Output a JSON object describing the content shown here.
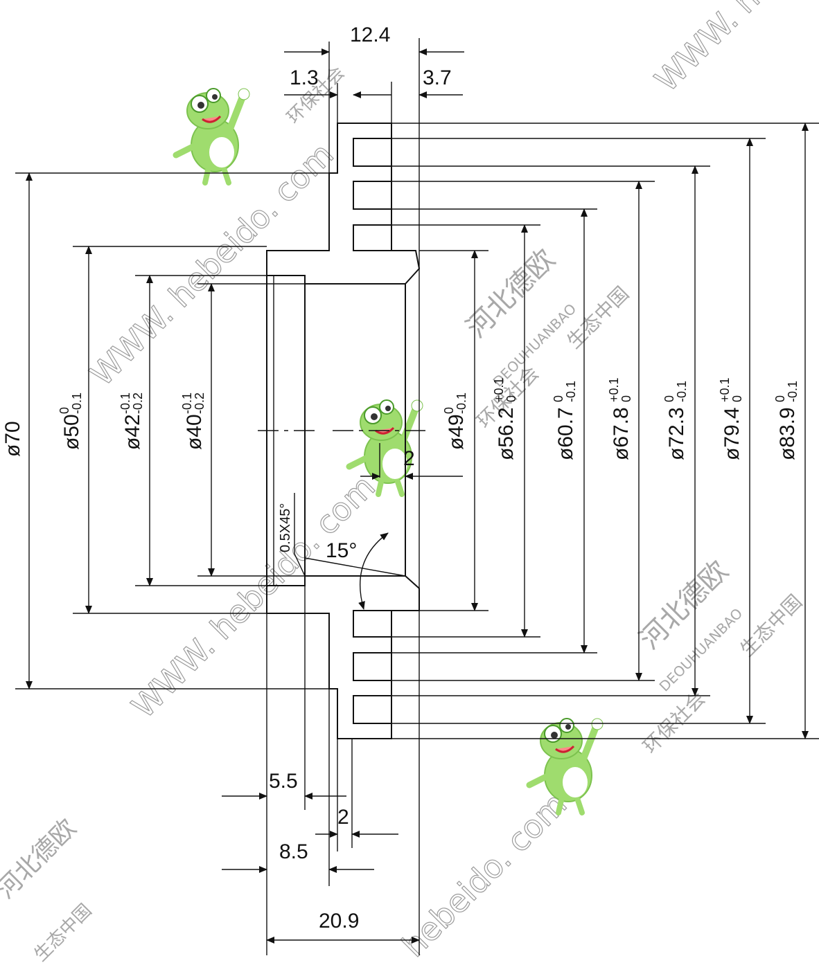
{
  "drawing": {
    "axial_dims": {
      "top_overall": "12.4",
      "top_left": "1.3",
      "top_right": "3.7",
      "bottom_inner": "5.5",
      "bottom_gap": "2",
      "bottom_mid": "8.5",
      "bottom_overall": "20.9",
      "step": "2"
    },
    "chamfer": "0.5X45°",
    "angle": "15°",
    "diameters": [
      {
        "id": "d70",
        "label": "ø70",
        "upper": "",
        "lower": ""
      },
      {
        "id": "d50",
        "label": "ø50",
        "upper": "0",
        "lower": "-0.1"
      },
      {
        "id": "d42",
        "label": "ø42",
        "upper": "-0.1",
        "lower": "-0.2"
      },
      {
        "id": "d40",
        "label": "ø40",
        "upper": "-0.1",
        "lower": "-0.2"
      },
      {
        "id": "d49",
        "label": "ø49",
        "upper": "0",
        "lower": "-0.1"
      },
      {
        "id": "d56",
        "label": "ø56.2",
        "upper": "+0.1",
        "lower": "0"
      },
      {
        "id": "d60",
        "label": "ø60.7",
        "upper": "0",
        "lower": "-0.1"
      },
      {
        "id": "d67",
        "label": "ø67.8",
        "upper": "+0.1",
        "lower": "0"
      },
      {
        "id": "d72",
        "label": "ø72.3",
        "upper": "0",
        "lower": "-0.1"
      },
      {
        "id": "d79",
        "label": "ø79.4",
        "upper": "+0.1",
        "lower": "0"
      },
      {
        "id": "d83",
        "label": "ø83.9",
        "upper": "0",
        "lower": "-0.1"
      }
    ]
  },
  "watermark": {
    "site": "WWW. hebeido. com",
    "site_short": "hebeido. com",
    "brand": "河北德欧",
    "brand_latin": "DEOUHUANBAO",
    "slogan_a": "环保社会",
    "slogan_b": "生态中国"
  },
  "colors": {
    "line": "#111111",
    "watermark": "#9a9a9a",
    "frog_green": "#9fdc6e"
  }
}
